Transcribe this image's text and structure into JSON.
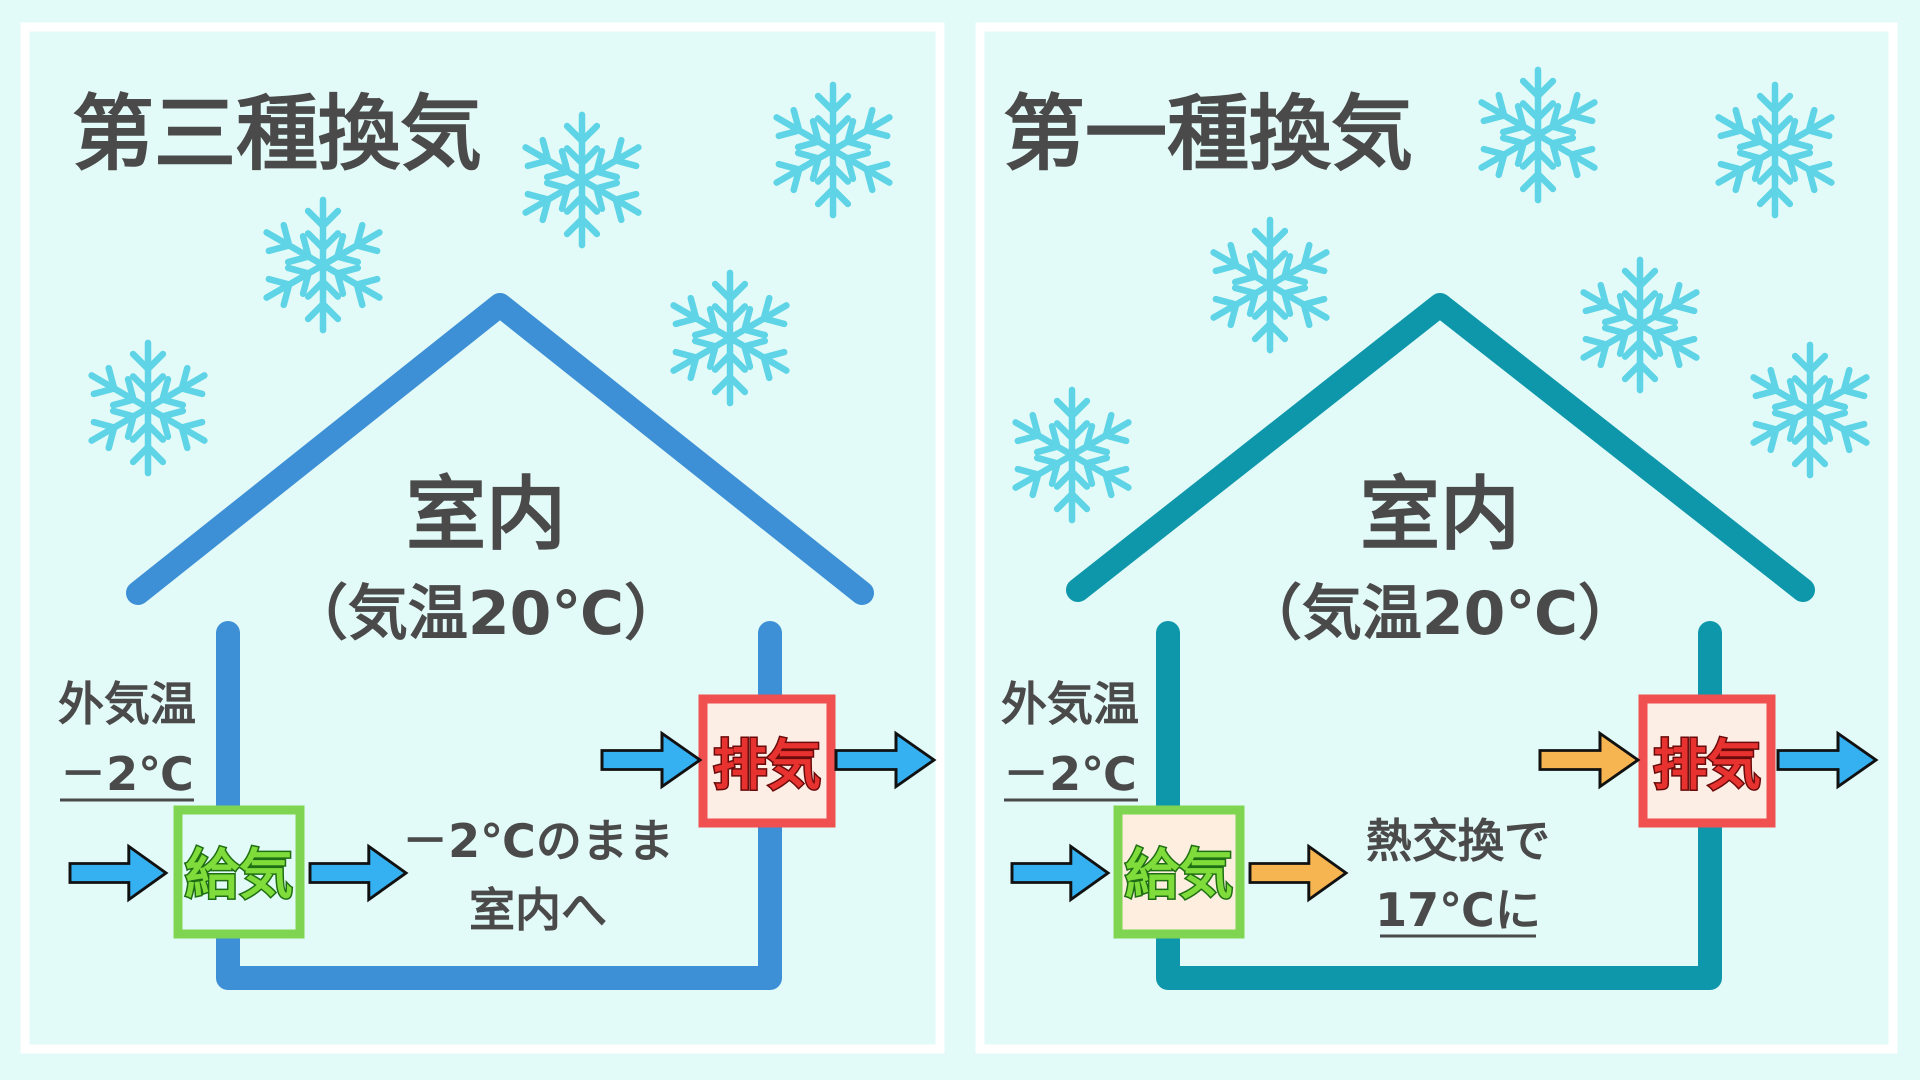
{
  "colors": {
    "background": "#e3fbf8",
    "panel_border": "#ffffff",
    "snowflake": "#5ed4e6",
    "house_left": "#3d8fd6",
    "house_right": "#0e97ab",
    "supply_badge": "#7fd451",
    "exhaust_badge": "#f0504f",
    "arrow_cold": "#35b0f0",
    "arrow_warm": "#f7b552",
    "text": "#4a4a4a"
  },
  "panels": [
    {
      "title": "第三種換気",
      "room": "室内",
      "room_temp": "（気温20℃）",
      "outside_label": "外気温",
      "outside_temp": "－2℃",
      "supply": "給気",
      "exhaust": "排気",
      "note_line1": "－2℃のまま",
      "note_line2": "室内へ"
    },
    {
      "title": "第一種換気",
      "room": "室内",
      "room_temp": "（気温20℃）",
      "outside_label": "外気温",
      "outside_temp": "－2℃",
      "supply": "給気",
      "exhaust": "排気",
      "note_line1": "熱交換で",
      "note_line2": "17℃に"
    }
  ]
}
